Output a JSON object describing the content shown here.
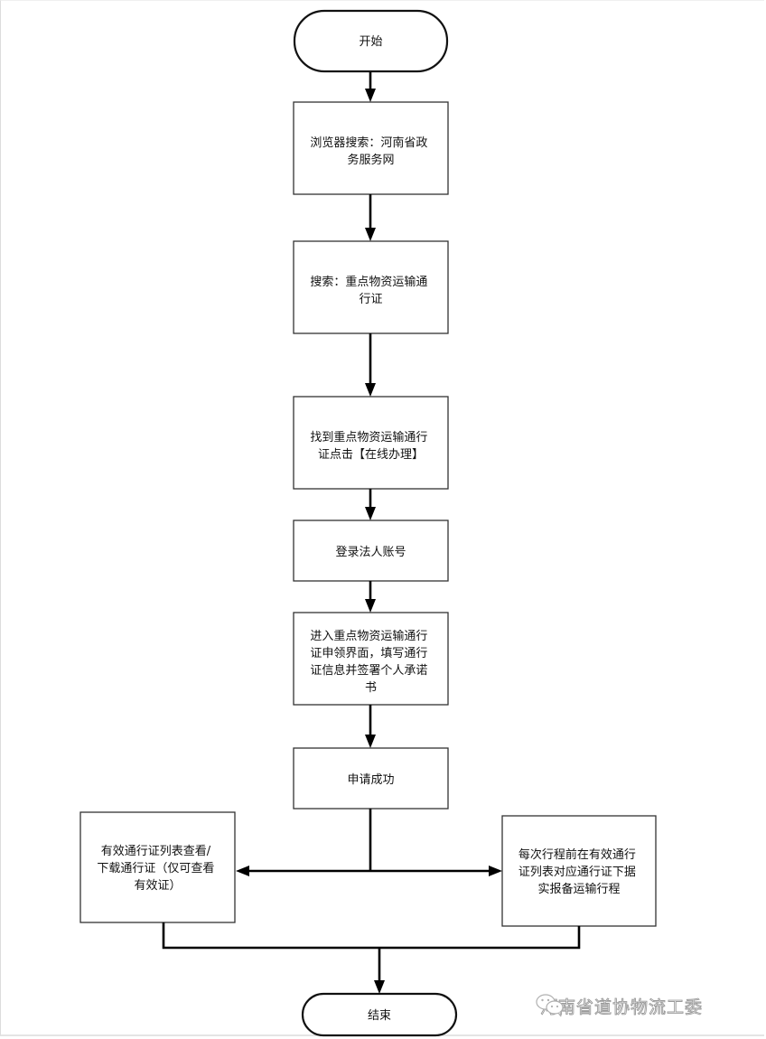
{
  "flowchart": {
    "start": {
      "label": "开始"
    },
    "steps": [
      {
        "lines": [
          "浏览器搜索：河南省政",
          "务服务网"
        ]
      },
      {
        "lines": [
          "搜索：重点物资运输通",
          "行证"
        ]
      },
      {
        "lines": [
          "找到重点物资运输通行",
          "证点击【在线办理】"
        ]
      },
      {
        "lines": [
          "登录法人账号"
        ]
      },
      {
        "lines": [
          "进入重点物资运输通行",
          "证申领界面，填写通行",
          "证信息并签署个人承诺",
          "书"
        ]
      },
      {
        "lines": [
          "申请成功"
        ]
      }
    ],
    "branch_left": {
      "lines": [
        "有效通行证列表查看/",
        "下载通行证（仅可查看",
        "有效证）"
      ]
    },
    "branch_right": {
      "lines": [
        "每次行程前在有效通行",
        "证列表对应通行证下据",
        "实报备运输行程"
      ]
    },
    "end": {
      "label": "结束"
    }
  },
  "watermark": {
    "icon": "wechat-icon",
    "text": "河南省道协物流工委"
  }
}
